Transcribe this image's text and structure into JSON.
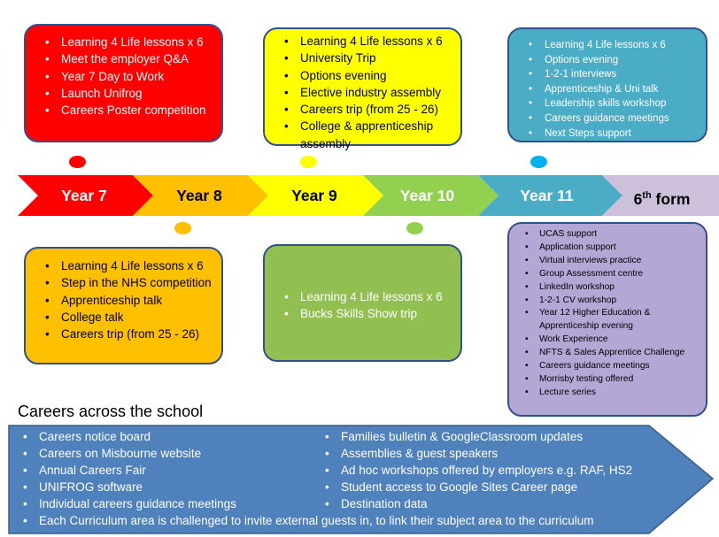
{
  "year_chevrons": [
    {
      "label": "Year 7",
      "color": "#ff0000",
      "text_color": "#ffffff"
    },
    {
      "label": "Year 8",
      "color": "#ffc000",
      "text_color": "#000000"
    },
    {
      "label": "Year 9",
      "color": "#ffff00",
      "text_color": "#000000"
    },
    {
      "label": "Year 10",
      "color": "#92d050",
      "text_color": "#ffffff"
    },
    {
      "label": "Year 11",
      "color": "#4bacc6",
      "text_color": "#ffffff"
    },
    {
      "label_main": "6",
      "label_sup": "th",
      "label_rest": " form",
      "color": "#ccc0da",
      "text_color": "#000000"
    }
  ],
  "year7_box": {
    "items": [
      "Learning 4 Life lessons x 6",
      "Meet the employer Q&A",
      "Year 7 Day to Work",
      "Launch Unifrog",
      "Careers Poster competition"
    ]
  },
  "year8_box": {
    "items": [
      "Learning 4 Life lessons x 6",
      "Step in the NHS competition",
      "Apprenticeship talk",
      "College talk",
      "Careers trip (from 25 - 26)"
    ]
  },
  "year9_box": {
    "items": [
      "Learning 4 Life lessons x 6",
      "University Trip",
      "Options evening",
      "Elective industry assembly",
      "Careers trip (from 25 - 26)",
      "College & apprenticeship assembly"
    ]
  },
  "year10_box": {
    "items": [
      "Learning 4 Life lessons x 6",
      "Bucks Skills Show trip"
    ]
  },
  "year11_box": {
    "items": [
      "Learning 4 Life lessons x 6",
      "Options evening",
      "1-2-1 interviews",
      "Apprenticeship & Uni talk",
      "Leadership skills workshop",
      "Careers guidance meetings",
      "Next Steps support"
    ]
  },
  "sixth_form_box": {
    "items": [
      "UCAS support",
      "Application support",
      "Virtual interviews practice",
      "Group Assessment centre",
      "LinkedIn workshop",
      "1-2-1 CV workshop",
      "Year 12 Higher Education & Apprenticeship evening",
      "Work Experience",
      "NFTS & Sales Apprentice Challenge",
      "Careers guidance meetings",
      "Morrisby testing offered",
      "Lecture series"
    ]
  },
  "across_school": {
    "title": "Careers across the school",
    "left_items": [
      "Careers notice board",
      "Careers on Misbourne website",
      "Annual Careers Fair",
      "UNIFROG software",
      "Individual careers guidance meetings"
    ],
    "right_items": [
      "Families bulletin & GoogleClassroom updates",
      "Assemblies & guest speakers",
      "Ad hoc workshops offered by employers e.g. RAF, HS2",
      "Student access to Google Sites Career  page",
      "Destination data"
    ],
    "full_width_item": "Each Curriculum area is challenged to invite external guests in, to link their subject area to the curriculum",
    "arrow_color": "#4f81bd"
  }
}
